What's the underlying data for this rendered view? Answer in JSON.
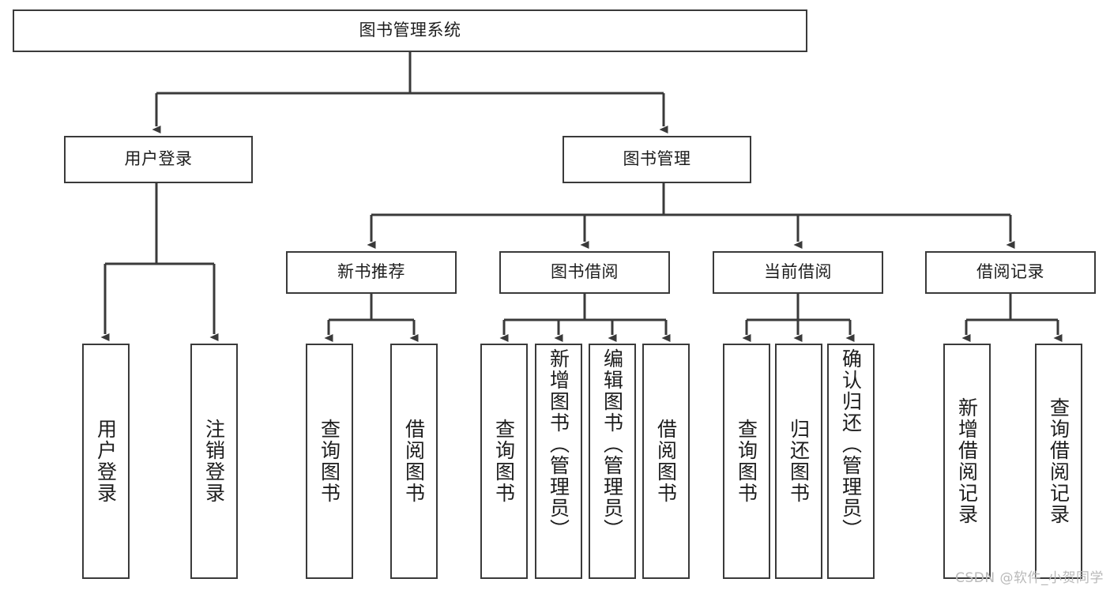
{
  "diagram": {
    "type": "tree",
    "title": "图书管理系统",
    "orientation": "top-down",
    "colors": {
      "background": "#ffffff",
      "node_border": "#3a3a3a",
      "node_fill": "#ffffff",
      "connector": "#3a3a3a",
      "text": "#1d1d1d",
      "watermark": "#b9b9b9"
    },
    "root": {
      "label": "图书管理系统"
    },
    "level2": [
      {
        "label": "用户登录"
      },
      {
        "label": "图书管理"
      }
    ],
    "level3": [
      {
        "label": "新书推荐"
      },
      {
        "label": "图书借阅"
      },
      {
        "label": "当前借阅"
      },
      {
        "label": "借阅记录"
      }
    ],
    "leaves": {
      "user_login": [
        {
          "label": "用户登录"
        },
        {
          "label": "注销登录"
        }
      ],
      "new_book_recommend": [
        {
          "label": "查询图书"
        },
        {
          "label": "借阅图书"
        }
      ],
      "book_borrow": [
        {
          "label": "查询图书"
        },
        {
          "label": "新增图书（管理员）"
        },
        {
          "label": "编辑图书（管理员）"
        },
        {
          "label": "借阅图书"
        }
      ],
      "current_borrow": [
        {
          "label": "查询图书"
        },
        {
          "label": "归还图书"
        },
        {
          "label": "确认归还（管理员）"
        }
      ],
      "borrow_record": [
        {
          "label": "新增借阅记录"
        },
        {
          "label": "查询借阅记录"
        }
      ]
    }
  },
  "watermark": {
    "text": "CSDN @软件_小贺同学"
  }
}
